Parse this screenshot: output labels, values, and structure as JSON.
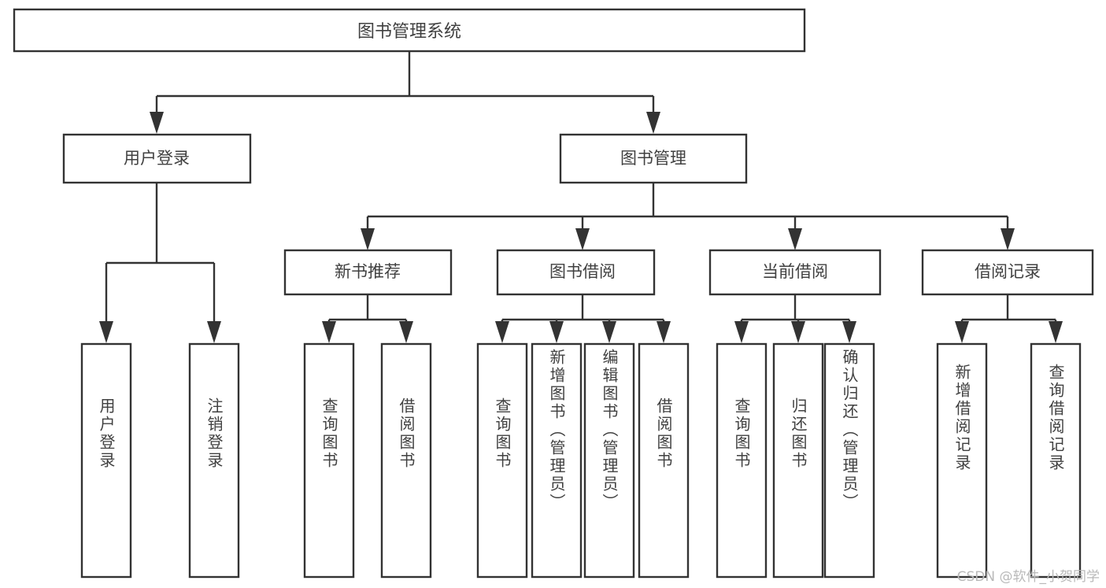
{
  "diagram": {
    "title": "图书管理系统",
    "watermark": "CSDN @软件_小贺同学",
    "colors": {
      "stroke": "#333333",
      "box_fill": "#ffffff",
      "text": "#404040",
      "watermark": "#b9b9b9",
      "background": "#ffffff"
    },
    "root": {
      "label": "图书管理系统"
    },
    "level2": [
      {
        "label": "用户登录"
      },
      {
        "label": "图书管理"
      }
    ],
    "level3": [
      {
        "label": "新书推荐"
      },
      {
        "label": "图书借阅"
      },
      {
        "label": "当前借阅"
      },
      {
        "label": "借阅记录"
      }
    ],
    "leaves": {
      "user_login": [
        {
          "label": "用户登录"
        },
        {
          "label": "注销登录"
        }
      ],
      "new_book": [
        {
          "label": "查询图书"
        },
        {
          "label": "借阅图书"
        }
      ],
      "book_borrow": [
        {
          "label": "查询图书"
        },
        {
          "label": "新增图书（管理员）"
        },
        {
          "label": "编辑图书（管理员）"
        },
        {
          "label": "借阅图书"
        }
      ],
      "current_borrow": [
        {
          "label": "查询图书"
        },
        {
          "label": "归还图书"
        },
        {
          "label": "确认归还（管理员）"
        }
      ],
      "borrow_record": [
        {
          "label": "新增借阅记录"
        },
        {
          "label": "查询借阅记录"
        }
      ]
    }
  }
}
